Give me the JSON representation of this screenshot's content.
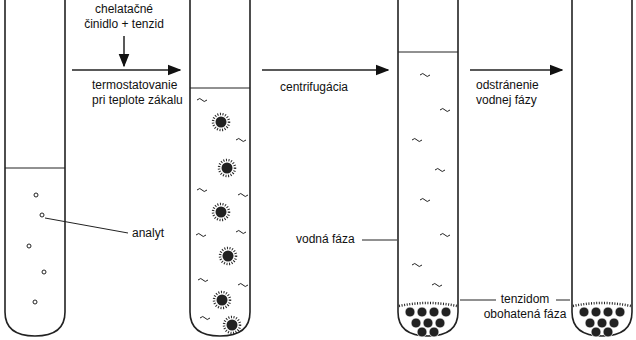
{
  "diagram": {
    "labels": [
      "chelatačné činidlo + tenzid",
      "termostatovanie pri teplote zákalu",
      "analyt",
      "centrifugácia",
      "vodná fáza",
      "odstránenie vodnej fázy",
      "tenzidom obohatená fáza"
    ]
  }
}
